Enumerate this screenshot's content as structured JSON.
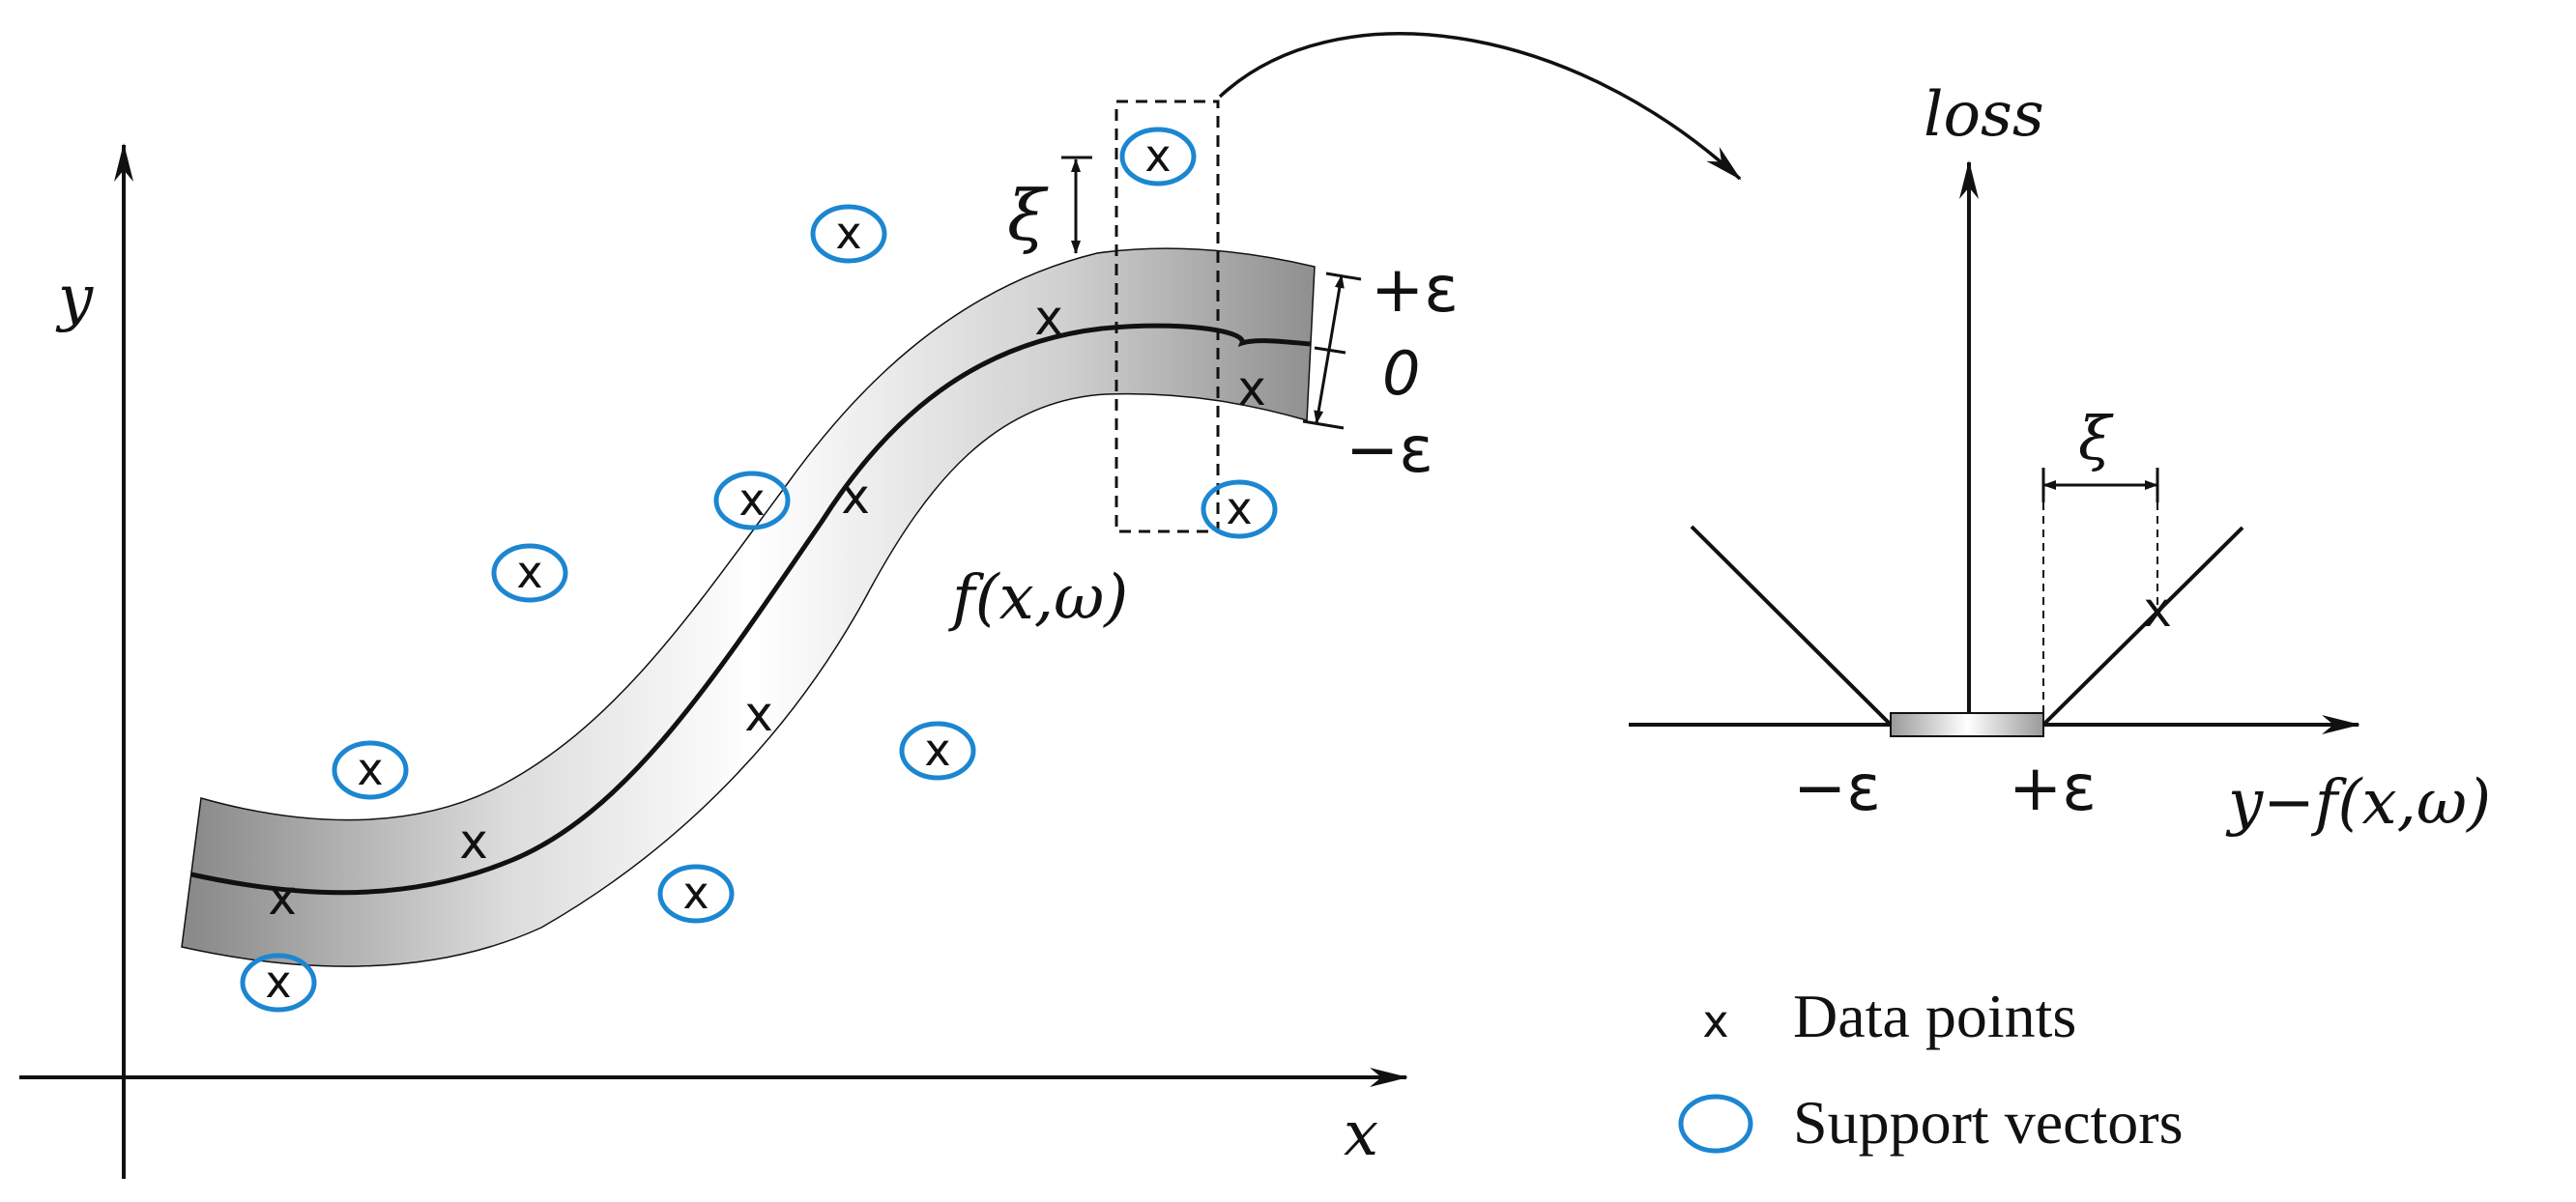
{
  "left_plot": {
    "x_axis_label": "x",
    "y_axis_label": "y",
    "function_label": "f(x,ω)",
    "slack_label": "ξ",
    "upper_margin_label": "+ε",
    "center_label": "0",
    "lower_margin_label": "−ε"
  },
  "right_plot": {
    "loss_axis_label": "loss",
    "residual_axis_label": "y−f(x,ω)",
    "neg_eps_label": "−ε",
    "pos_eps_label": "+ε",
    "slack_label": "ξ"
  },
  "legend": {
    "data_points_label": "Data points",
    "support_vectors_label": "Support vectors"
  },
  "markers": {
    "cross": "x"
  },
  "colors": {
    "support_vector": "#1c86d1",
    "tube_dark": "#8c8c8c",
    "tube_light": "#ffffff",
    "ink": "#111111"
  }
}
